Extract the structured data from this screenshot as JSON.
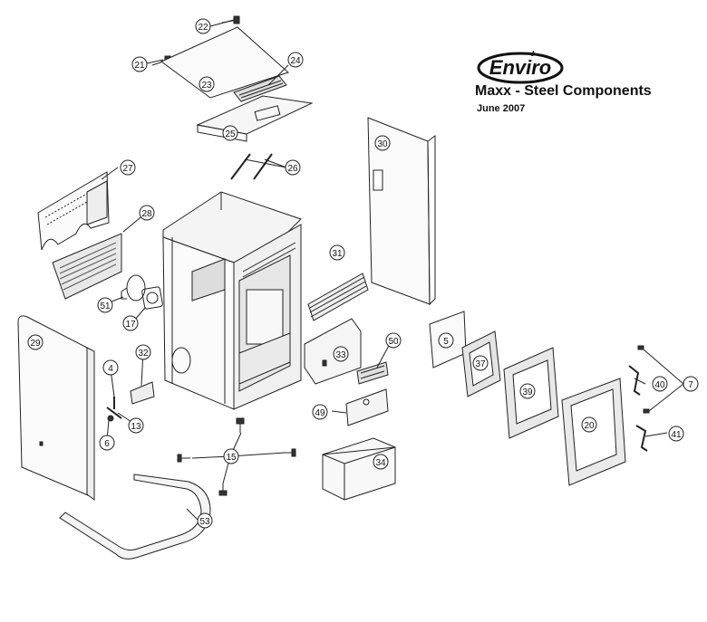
{
  "brand": {
    "logo_text": "Enviro",
    "title": "Maxx - Steel Components",
    "date": "June 2007"
  },
  "callouts": [
    "22",
    "21",
    "23",
    "24",
    "25",
    "26",
    "27",
    "28",
    "30",
    "31",
    "51",
    "17",
    "29",
    "32",
    "4",
    "13",
    "6",
    "33",
    "50",
    "49",
    "15",
    "34",
    "53",
    "5",
    "37",
    "39",
    "20",
    "40",
    "7",
    "41"
  ]
}
